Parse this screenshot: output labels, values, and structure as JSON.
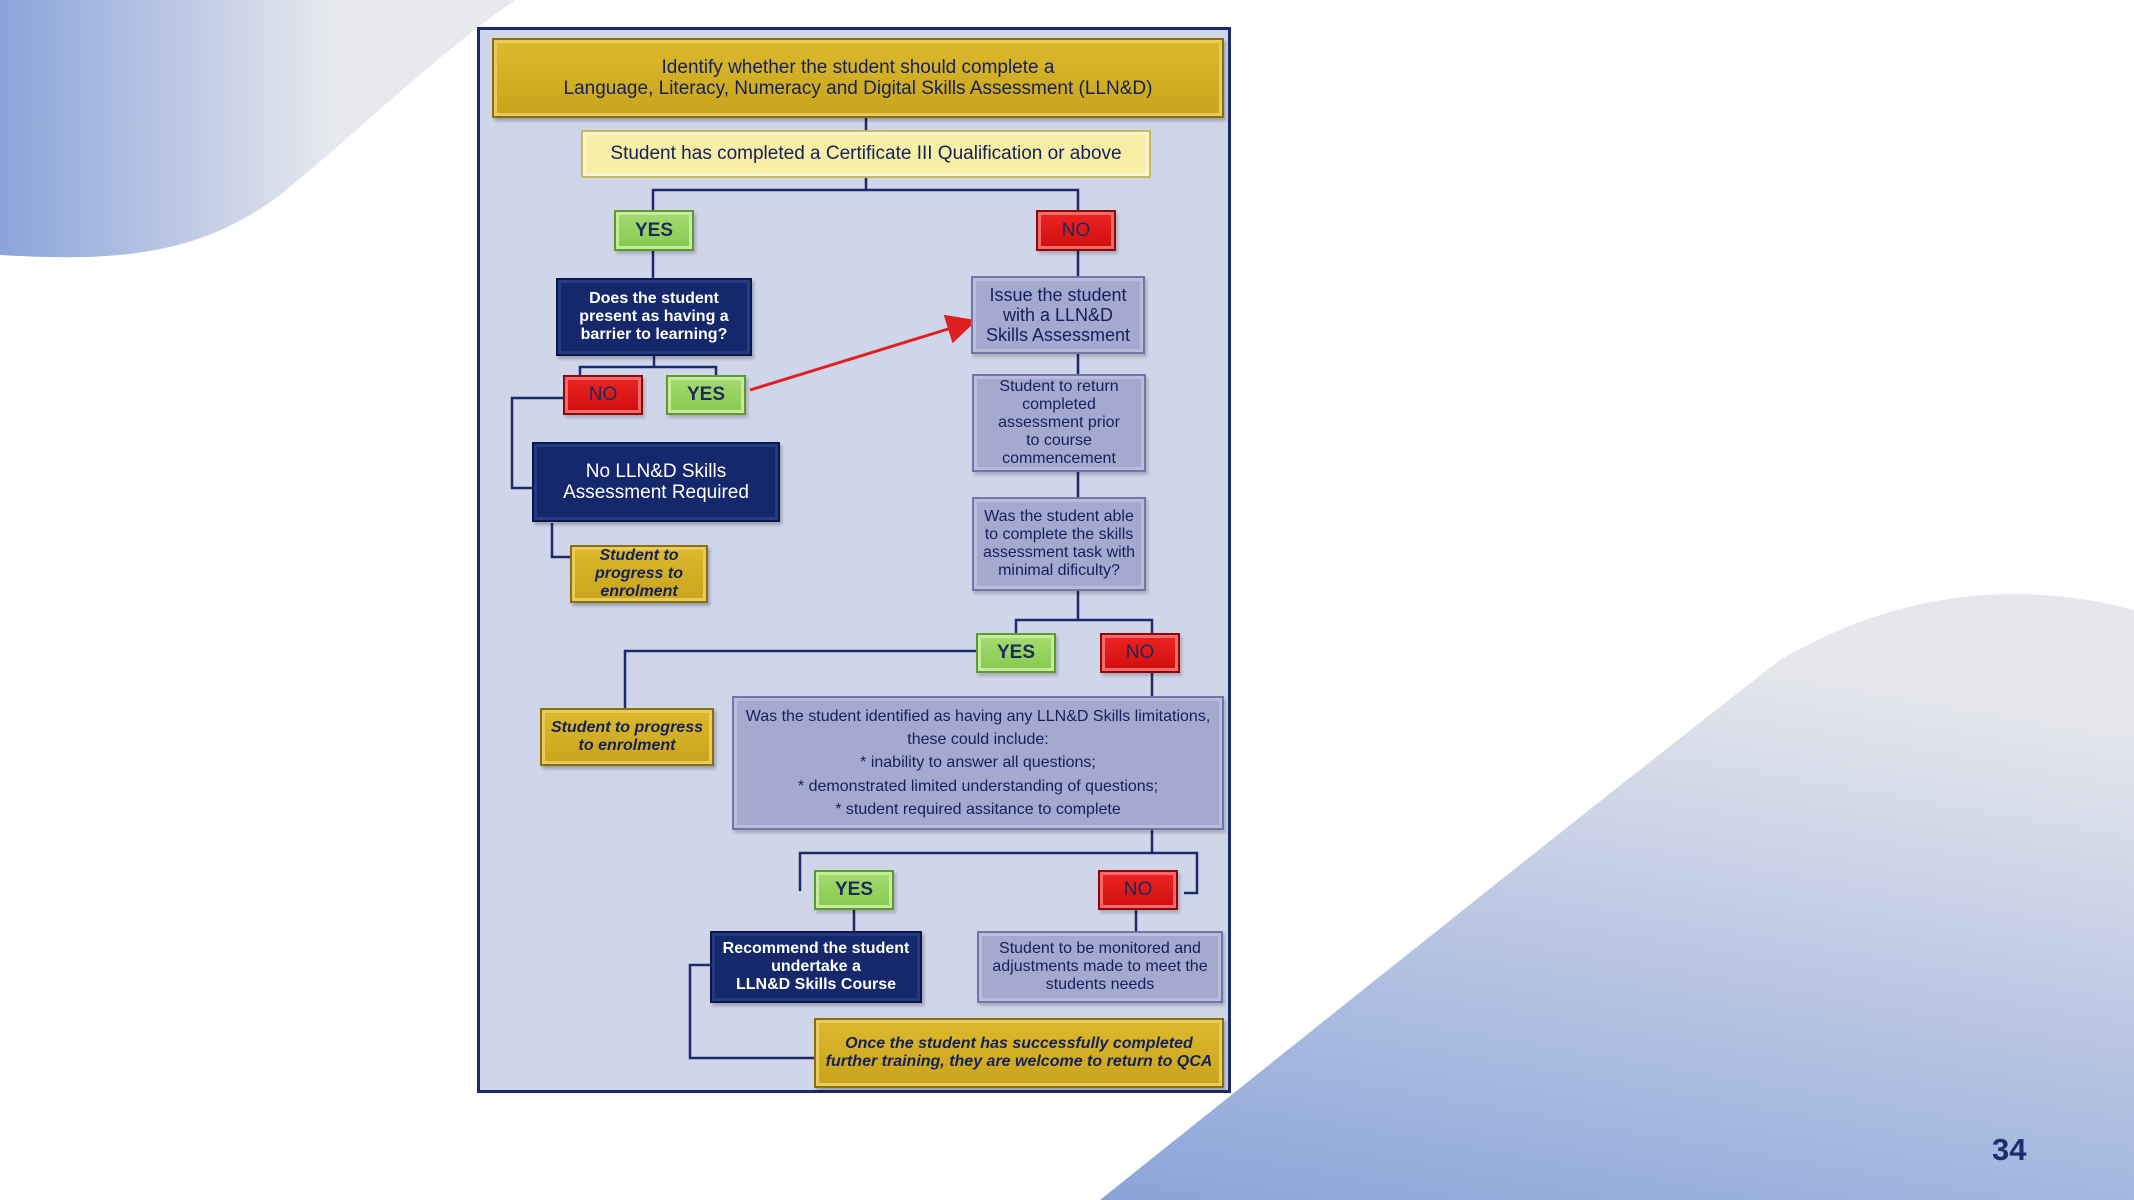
{
  "flowchart": {
    "title": "Identify whether the student should complete a\nLanguage, Literacy, Numeracy and Digital Skills Assessment (LLN&D)",
    "q_certificate": "Student has completed a Certificate III Qualification or above",
    "yes_label": "YES",
    "no_label": "NO",
    "q_barrier": "Does the student present as having a barrier to learning?",
    "no_assessment": "No LLN&D Skills Assessment Required",
    "progress_enrolment": "Student to progress to enrolment",
    "issue_assessment": "Issue the student with a LLN&D Skills Assessment",
    "return_assessment": "Student to return completed assessment prior to course commencement",
    "q_minimal_difficulty": "Was the student able to complete the skills assessment task with minimal dificulty?",
    "q_limitations": "Was the student identified as having any LLN&D Skills limitations,\nthese could include:\n* inability to answer all questions;\n* demonstrated limited understanding of questions;\n* student required assitance to complete",
    "recommend_course": "Recommend the student undertake a\nLLN&D Skills Course",
    "monitored": "Student to be monitored and adjustments made to meet the students needs",
    "return_qca": "Once the student has successfully completed further training, they are welcome to return to QCA"
  },
  "slide": {
    "page_number": "34"
  },
  "colors": {
    "panel": "#d0d6ea",
    "border": "#1c2a6b",
    "gold": "#d4b026",
    "navy": "#14286b",
    "lavender": "#a4a9cf",
    "yes_green": "#8fd05a",
    "no_red": "#e01616",
    "arrow_red": "#e02020"
  }
}
